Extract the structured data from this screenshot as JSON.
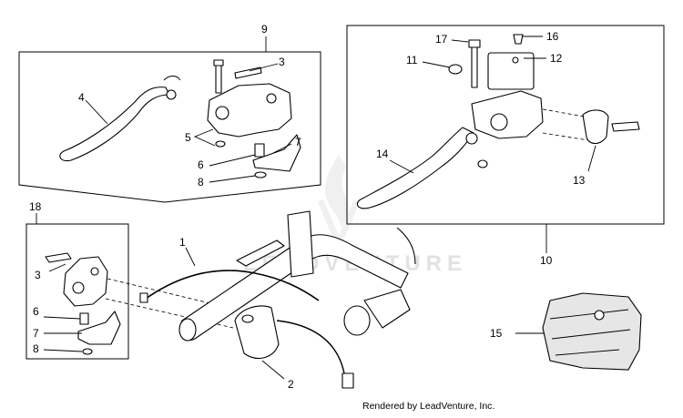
{
  "callouts": {
    "c1": "1",
    "c2": "2",
    "c3a": "3",
    "c3b": "3",
    "c4": "4",
    "c5": "5",
    "c6a": "6",
    "c6b": "6",
    "c7a": "7",
    "c7b": "7",
    "c8a": "8",
    "c8b": "8",
    "c9": "9",
    "c10": "10",
    "c11": "11",
    "c12": "12",
    "c13": "13",
    "c14": "14",
    "c15": "15",
    "c16": "16",
    "c17": "17",
    "c18": "18"
  },
  "watermark": "LEADVENTURE",
  "footer": "Rendered by LeadVenture, Inc."
}
